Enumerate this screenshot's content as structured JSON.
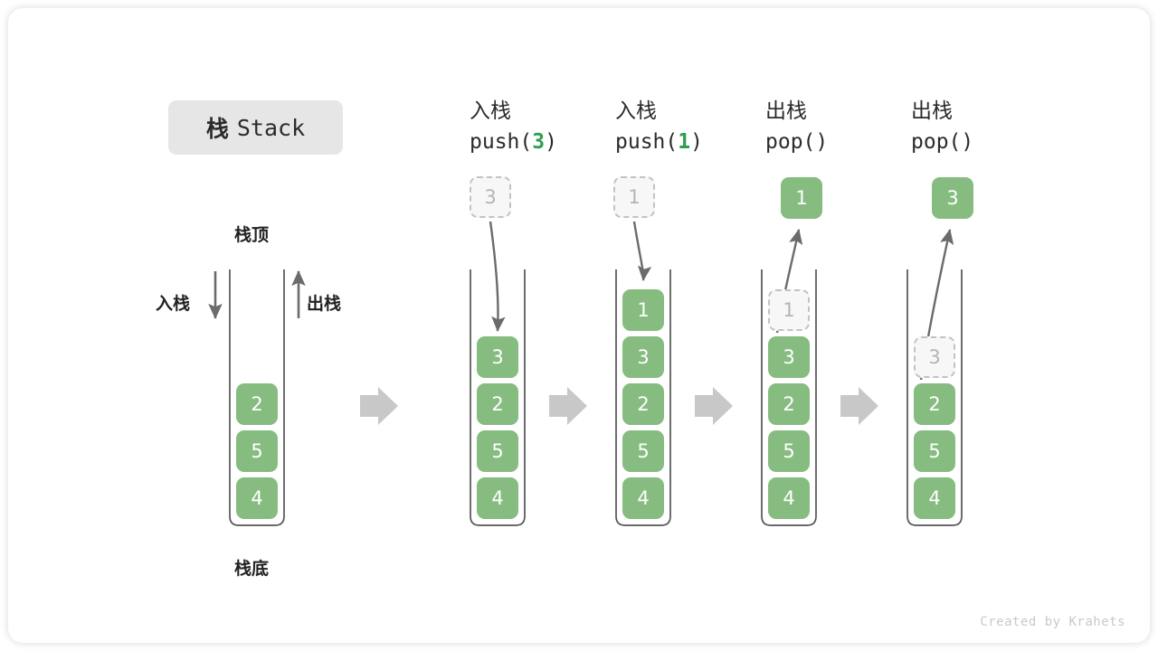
{
  "figure": {
    "title_cn": "栈",
    "title_en": "Stack",
    "credit": "Created by Krahets",
    "accent_green": "#86bc80",
    "accent_green_text": "#2e9e4f",
    "ghost_gray": "#b4b4b4",
    "arrow_gray": "#c8c8c8",
    "vessel_stroke": "#555555"
  },
  "legend": {
    "top_label": "栈顶",
    "bottom_label": "栈底",
    "push_label": "入栈",
    "pop_label": "出栈"
  },
  "steps": [
    {
      "id": "initial",
      "head_line1": "",
      "head_line2_prefix": "",
      "head_line2_arg": "",
      "head_line2_suffix": "",
      "detached": null,
      "cells": [
        {
          "value": "2",
          "state": "filled"
        },
        {
          "value": "5",
          "state": "filled"
        },
        {
          "value": "4",
          "state": "filled"
        }
      ]
    },
    {
      "id": "push-3",
      "head_line1": "入栈",
      "head_line2_prefix": "push(",
      "head_line2_arg": "3",
      "head_line2_suffix": ")",
      "detached": {
        "value": "3",
        "state": "ghost",
        "direction": "in"
      },
      "cells": [
        {
          "value": "3",
          "state": "filled"
        },
        {
          "value": "2",
          "state": "filled"
        },
        {
          "value": "5",
          "state": "filled"
        },
        {
          "value": "4",
          "state": "filled"
        }
      ]
    },
    {
      "id": "push-1",
      "head_line1": "入栈",
      "head_line2_prefix": "push(",
      "head_line2_arg": "1",
      "head_line2_suffix": ")",
      "detached": {
        "value": "1",
        "state": "ghost",
        "direction": "in"
      },
      "cells": [
        {
          "value": "1",
          "state": "filled"
        },
        {
          "value": "3",
          "state": "filled"
        },
        {
          "value": "2",
          "state": "filled"
        },
        {
          "value": "5",
          "state": "filled"
        },
        {
          "value": "4",
          "state": "filled"
        }
      ]
    },
    {
      "id": "pop-1",
      "head_line1": "出栈",
      "head_line2_prefix": "pop(",
      "head_line2_arg": "",
      "head_line2_suffix": ")",
      "detached": {
        "value": "1",
        "state": "filled",
        "direction": "out"
      },
      "cells": [
        {
          "value": "1",
          "state": "ghost"
        },
        {
          "value": "3",
          "state": "filled"
        },
        {
          "value": "2",
          "state": "filled"
        },
        {
          "value": "5",
          "state": "filled"
        },
        {
          "value": "4",
          "state": "filled"
        }
      ]
    },
    {
      "id": "pop-3",
      "head_line1": "出栈",
      "head_line2_prefix": "pop(",
      "head_line2_arg": "",
      "head_line2_suffix": ")",
      "detached": {
        "value": "3",
        "state": "filled",
        "direction": "out"
      },
      "cells": [
        {
          "value": "3",
          "state": "ghost"
        },
        {
          "value": "2",
          "state": "filled"
        },
        {
          "value": "5",
          "state": "filled"
        },
        {
          "value": "4",
          "state": "filled"
        }
      ]
    }
  ]
}
